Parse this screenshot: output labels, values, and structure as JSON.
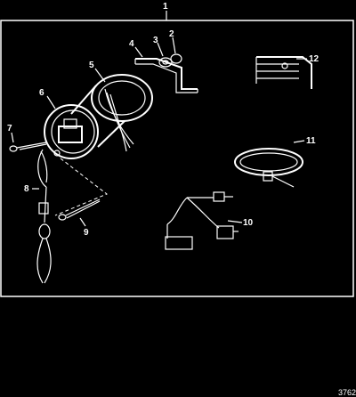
{
  "callouts": {
    "c1": "1",
    "c2": "2",
    "c3": "3",
    "c4": "4",
    "c5": "5",
    "c6": "6",
    "c7": "7",
    "c8": "8",
    "c9": "9",
    "c10": "10",
    "c11": "11",
    "c12": "12"
  },
  "figure_code": "3762",
  "colors": {
    "background": "#000000",
    "line": "#ffffff"
  }
}
